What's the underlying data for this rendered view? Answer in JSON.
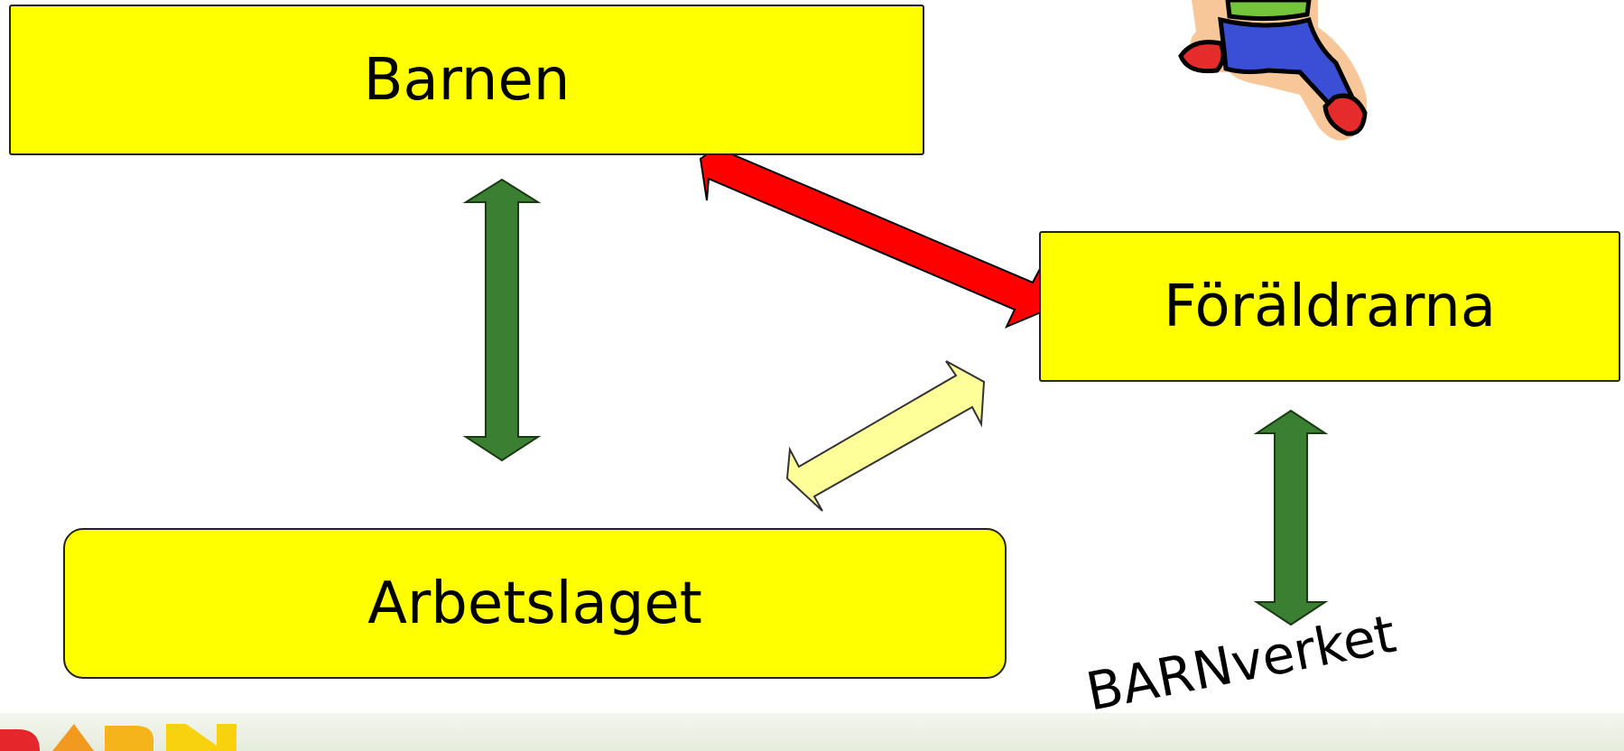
{
  "nodes": {
    "barnen": "Barnen",
    "foraldrarna": "Föräldrarna",
    "arbetslaget": "Arbetslaget"
  },
  "barnverket_label": "BARNverket",
  "colors": {
    "box_fill": "#ffff00",
    "arrow_green": "#3b7f32",
    "arrow_red": "#ff0000",
    "arrow_pale_yellow": "#ffff99"
  },
  "edges": [
    {
      "from": "Barnen",
      "to": "Arbetslaget",
      "color": "green",
      "direction": "both"
    },
    {
      "from": "Barnen",
      "to": "Föräldrarna",
      "color": "red",
      "direction": "both"
    },
    {
      "from": "Arbetslaget",
      "to": "Föräldrarna",
      "color": "pale-yellow",
      "direction": "both"
    },
    {
      "from": "Föräldrarna",
      "to": "BARNverket",
      "color": "green",
      "direction": "both"
    }
  ]
}
